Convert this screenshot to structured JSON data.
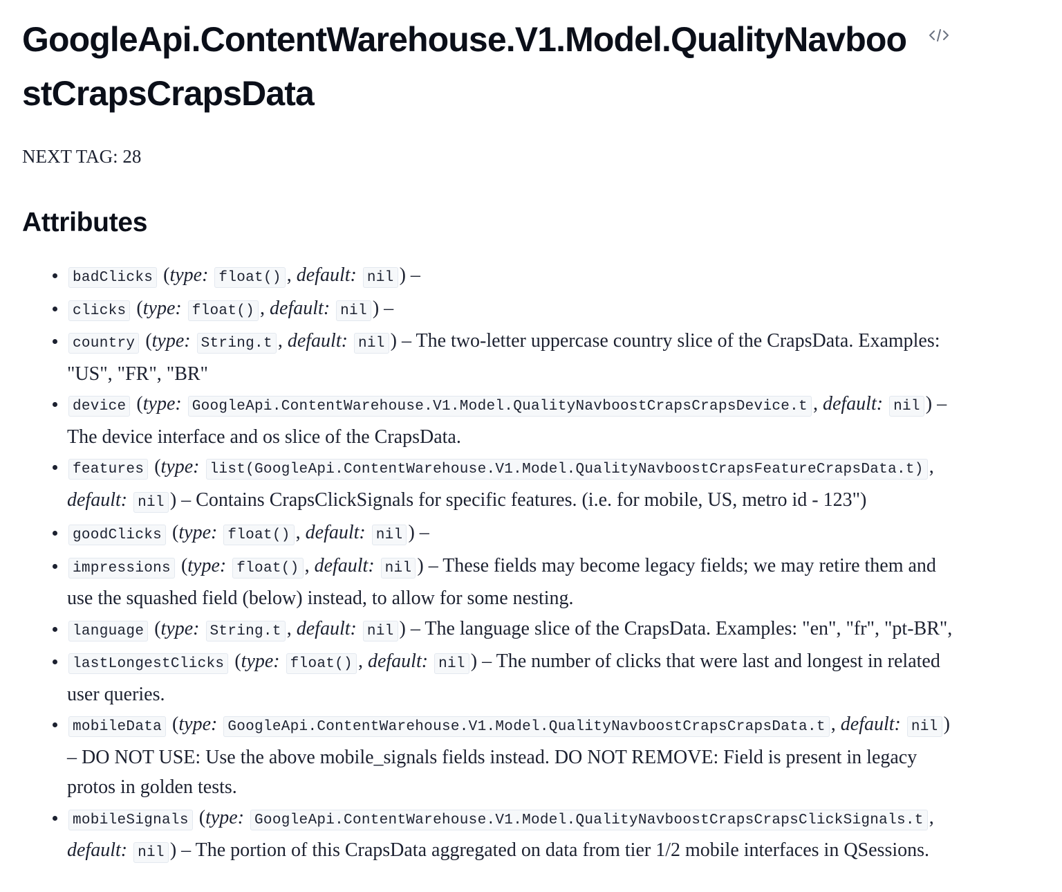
{
  "header": {
    "title": "GoogleApi.ContentWarehouse.V1.Model.QualityNavboostCrapsCrapsData",
    "source_icon": "code-icon",
    "source_icon_glyph": "</>"
  },
  "intro": {
    "next_tag": "NEXT TAG: 28"
  },
  "attributes_section": {
    "heading": "Attributes",
    "labels": {
      "type": "type:",
      "default": "default:"
    },
    "items": [
      {
        "name": "badClicks",
        "type": "float()",
        "default": "nil",
        "description": ""
      },
      {
        "name": "clicks",
        "type": "float()",
        "default": "nil",
        "description": ""
      },
      {
        "name": "country",
        "type": "String.t",
        "default": "nil",
        "description": "The two-letter uppercase country slice of the CrapsData. Examples: \"US\", \"FR\", \"BR\""
      },
      {
        "name": "device",
        "type": "GoogleApi.ContentWarehouse.V1.Model.QualityNavboostCrapsCrapsDevice.t",
        "default": "nil",
        "description": "The device interface and os slice of the CrapsData."
      },
      {
        "name": "features",
        "type": "list(GoogleApi.ContentWarehouse.V1.Model.QualityNavboostCrapsFeatureCrapsData.t)",
        "default": "nil",
        "description": "Contains CrapsClickSignals for specific features. (i.e. for mobile, US, metro id - 123\")"
      },
      {
        "name": "goodClicks",
        "type": "float()",
        "default": "nil",
        "description": ""
      },
      {
        "name": "impressions",
        "type": "float()",
        "default": "nil",
        "description": "These fields may become legacy fields; we may retire them and use the squashed field (below) instead, to allow for some nesting."
      },
      {
        "name": "language",
        "type": "String.t",
        "default": "nil",
        "description": "The language slice of the CrapsData. Examples: \"en\", \"fr\", \"pt-BR\","
      },
      {
        "name": "lastLongestClicks",
        "type": "float()",
        "default": "nil",
        "description": "The number of clicks that were last and longest in related user queries."
      },
      {
        "name": "mobileData",
        "type": "GoogleApi.ContentWarehouse.V1.Model.QualityNavboostCrapsCrapsData.t",
        "default": "nil",
        "description": "DO NOT USE: Use the above mobile_signals fields instead. DO NOT REMOVE: Field is present in legacy protos in golden tests."
      },
      {
        "name": "mobileSignals",
        "type": "GoogleApi.ContentWarehouse.V1.Model.QualityNavboostCrapsCrapsClickSignals.t",
        "default": "nil",
        "description": "The portion of this CrapsData aggregated on data from tier 1/2 mobile interfaces in QSessions."
      }
    ]
  },
  "colors": {
    "text": "#1c2130",
    "heading": "#0b0f19",
    "code_bg": "#f6f8fa",
    "code_border": "#e3e8ef",
    "icon": "#6b7280"
  }
}
